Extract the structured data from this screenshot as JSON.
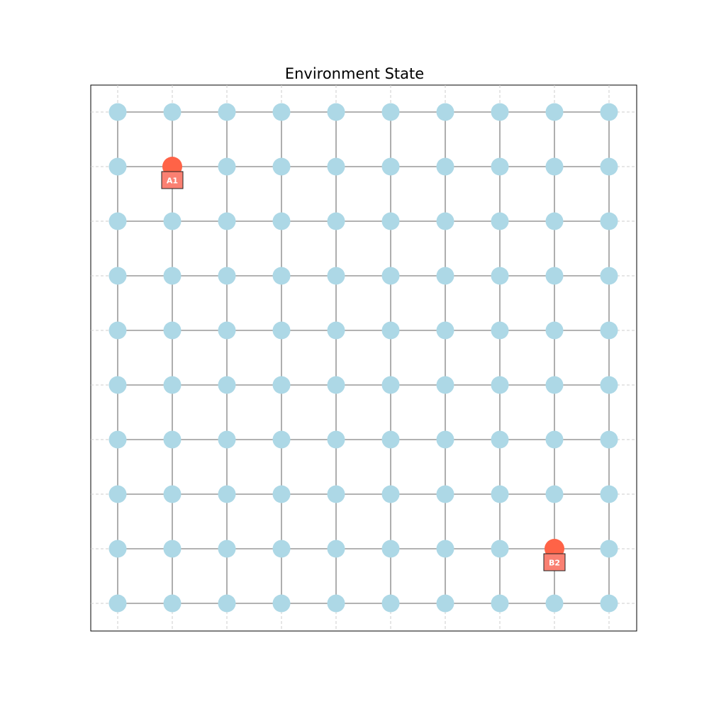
{
  "title": "Environment State",
  "grid": {
    "cols": 10,
    "rows": 10,
    "node_color": "#add8e6",
    "edge_color": "#999999",
    "gridline_color": "#cccccc",
    "grid": true
  },
  "agents": [
    {
      "label": "A1",
      "col": 1,
      "row": 1,
      "color": "#ff6347",
      "box_color": "#fa8072"
    },
    {
      "label": "B2",
      "col": 8,
      "row": 8,
      "color": "#ff6347",
      "box_color": "#fa8072"
    }
  ]
}
